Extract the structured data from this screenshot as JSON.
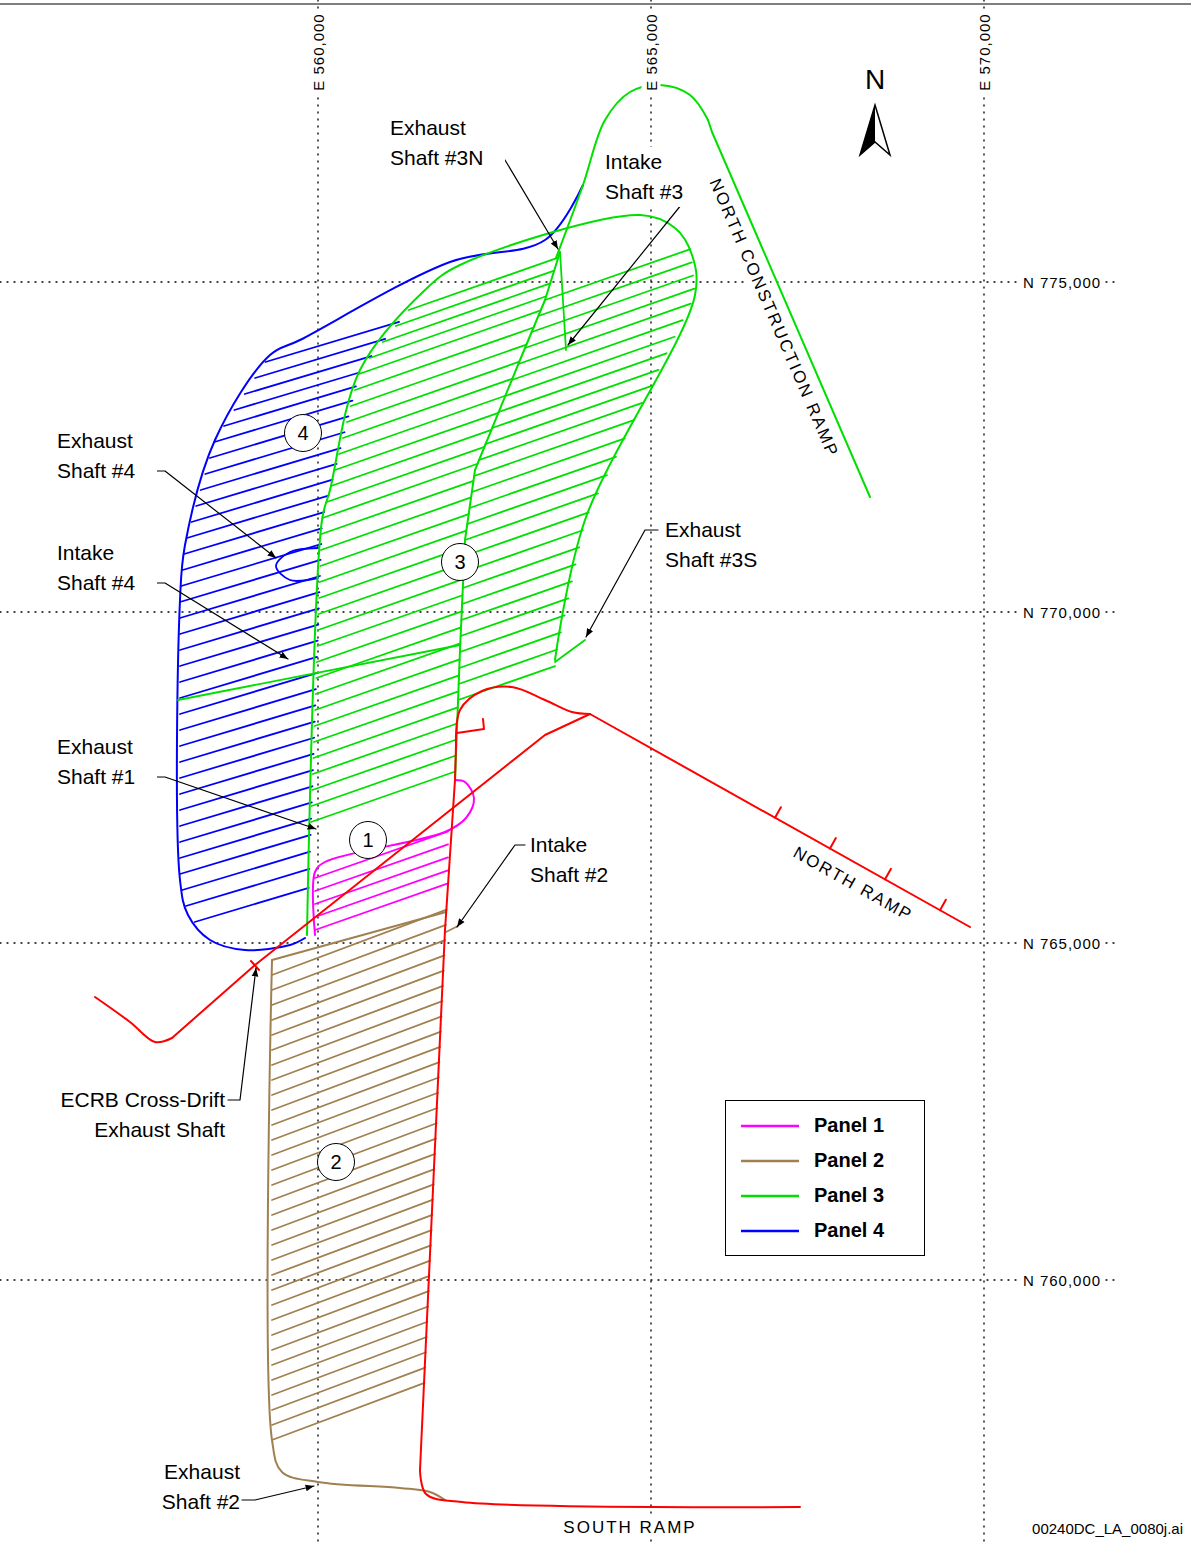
{
  "diagram": {
    "nodes": [
      {
        "text": [
          "4"
        ]
      },
      {
        "text": [
          "3"
        ]
      },
      {
        "text": [
          "1"
        ]
      },
      {
        "text": [
          "2"
        ]
      }
    ],
    "labels": [
      "N",
      "E 560,000",
      "E 565,000",
      "E 570,000",
      "Exhaust Shaft #3N",
      "Intake Shaft #3",
      "NORTH CONSTRUCTION RAMP",
      "N 775,000",
      "Exhaust Shaft #4",
      "Intake Shaft #4",
      "Exhaust Shaft #3S",
      "N 770,000",
      "Exhaust Shaft #1",
      "Intake Shaft #2",
      "NORTH RAMP",
      "N 765,000",
      "ECRB Cross-Drift Exhaust Shaft",
      "N 760,000",
      "Exhaust Shaft #2",
      "SOUTH RAMP",
      "00240DC_LA_0080j.ai"
    ],
    "legend": [
      {
        "text": "Panel 1",
        "color": "#ff00ff"
      },
      {
        "text": "Panel 2",
        "color": "#a08050"
      },
      {
        "text": "Panel 3",
        "color": "#00e000"
      },
      {
        "text": "Panel 4",
        "color": "#0000ff"
      }
    ]
  }
}
